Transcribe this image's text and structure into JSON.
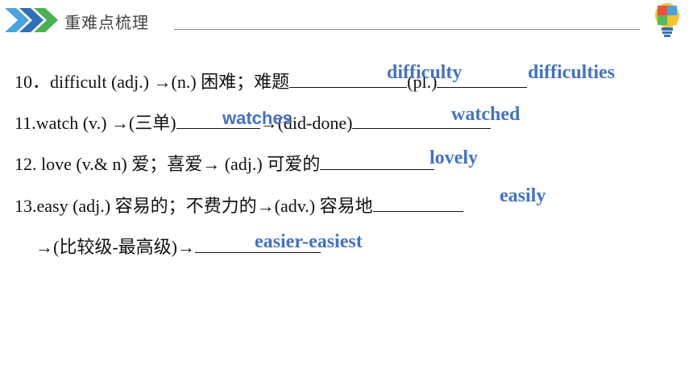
{
  "header": {
    "title": "重难点梳理"
  },
  "colors": {
    "accent_blue": "#4472c4",
    "chevron_light": "#4aa3df",
    "chevron_dark": "#2e6fb7",
    "chevron_green": "#4caf50"
  },
  "lines": [
    {
      "pre": "10．difficult (adj.) →(n.) 困难；难题",
      "mid": "(pl.)"
    },
    {
      "pre": "11.watch (v.) →(三单)",
      "mid": "→(did-done)"
    },
    {
      "pre": "12. love (v.& n) 爱；喜爱→ (adj.) 可爱的"
    },
    {
      "pre": "13.easy (adj.) 容易的；不费力的→(adv.) 容易地"
    },
    {
      "pre": "→(比较级-最高级)→"
    }
  ],
  "answers": {
    "difficulty": "difficulty",
    "difficulties": "difficulties",
    "watches": "watches",
    "watched": "watched",
    "lovely": "lovely",
    "easily": "easily",
    "easier_easiest": "easier-easiest"
  }
}
